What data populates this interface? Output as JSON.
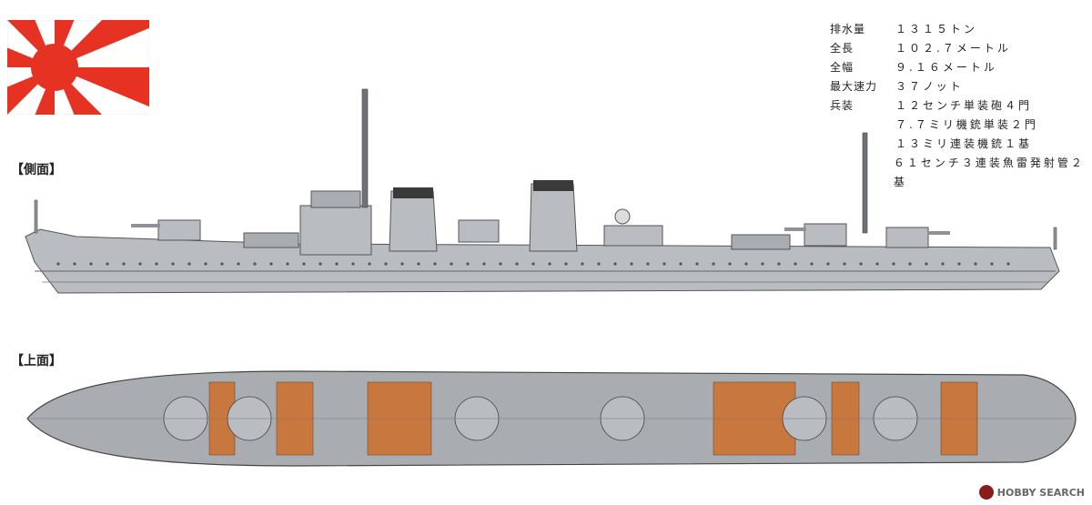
{
  "flag": {
    "name": "rising-sun-flag",
    "colors": {
      "red": "#e63222",
      "white": "#ffffff"
    }
  },
  "specs": [
    {
      "label": "排水量",
      "value": "１３１５トン"
    },
    {
      "label": "全長",
      "value": "１０２.７メートル"
    },
    {
      "label": "全幅",
      "value": "９.１６メートル"
    },
    {
      "label": "最大速力",
      "value": "３７ノット"
    },
    {
      "label": "兵装",
      "value": "１２センチ単装砲４門"
    },
    {
      "label": "",
      "value": "７.７ミリ機銃単装２門"
    },
    {
      "label": "",
      "value": "１３ミリ連装機銃１基"
    },
    {
      "label": "",
      "value": "６１センチ３連装魚雷発射管２基"
    }
  ],
  "sections": {
    "side": "【側面】",
    "top": "【上面】"
  },
  "colors": {
    "hull": "#b9bcc0",
    "hull_dark": "#8e9297",
    "deck_wood": "#c8773e",
    "deck_metal": "#a9adb2",
    "funnel_cap": "#3a3a3a"
  },
  "watermark": {
    "text": "HOBBY SEARCH"
  }
}
